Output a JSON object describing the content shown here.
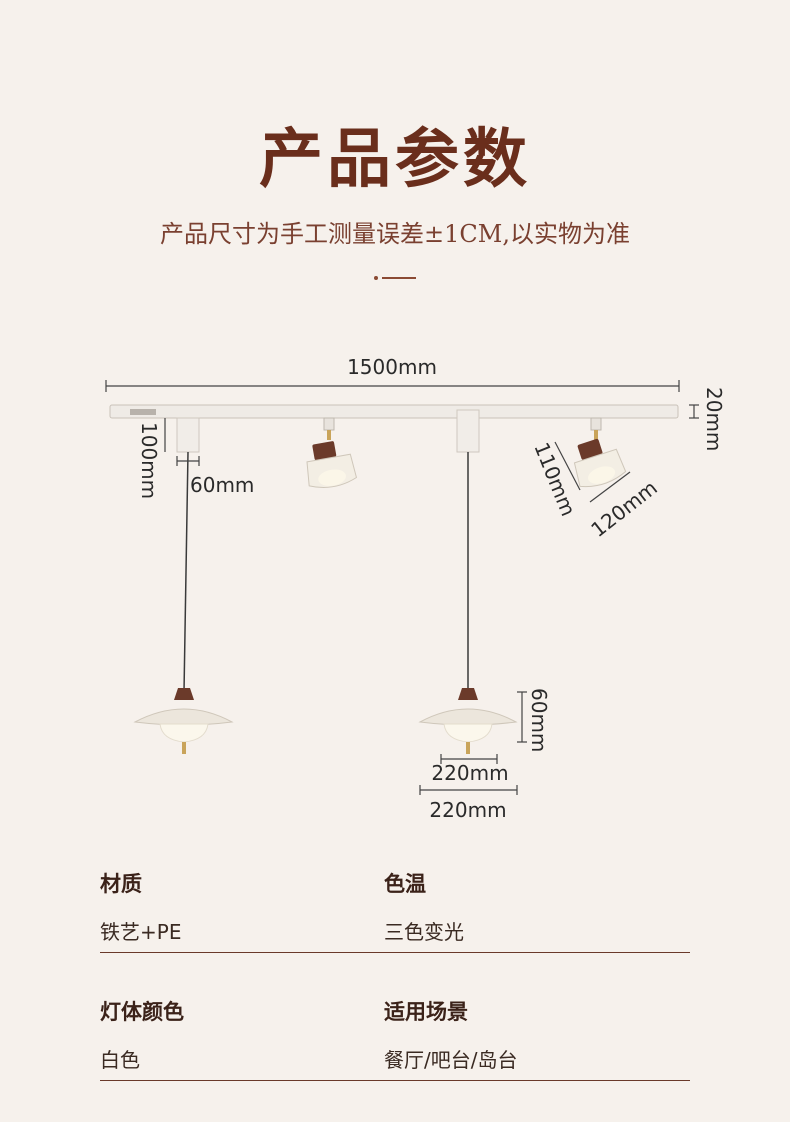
{
  "header": {
    "title": "产品参数",
    "subtitle": "产品尺寸为手工测量误差±1CM,以实物为准"
  },
  "diagram": {
    "track_length": "1500mm",
    "track_height": "20mm",
    "canister_height": "100mm",
    "canister_width": "60mm",
    "spot_height": "110mm",
    "spot_width": "120mm",
    "shade_height": "60mm",
    "diffuser_width": "220mm",
    "shade_width": "220mm"
  },
  "specs": [
    {
      "label": "材质",
      "value": "铁艺+PE"
    },
    {
      "label": "色温",
      "value": "三色变光"
    },
    {
      "label": "灯体颜色",
      "value": "白色"
    },
    {
      "label": "适用场景",
      "value": "餐厅/吧台/岛台"
    }
  ],
  "colors": {
    "accent": "#6a2e1c",
    "background": "#f6f1ec",
    "walnut": "#6b3a2a",
    "brass": "#c9a45a"
  }
}
